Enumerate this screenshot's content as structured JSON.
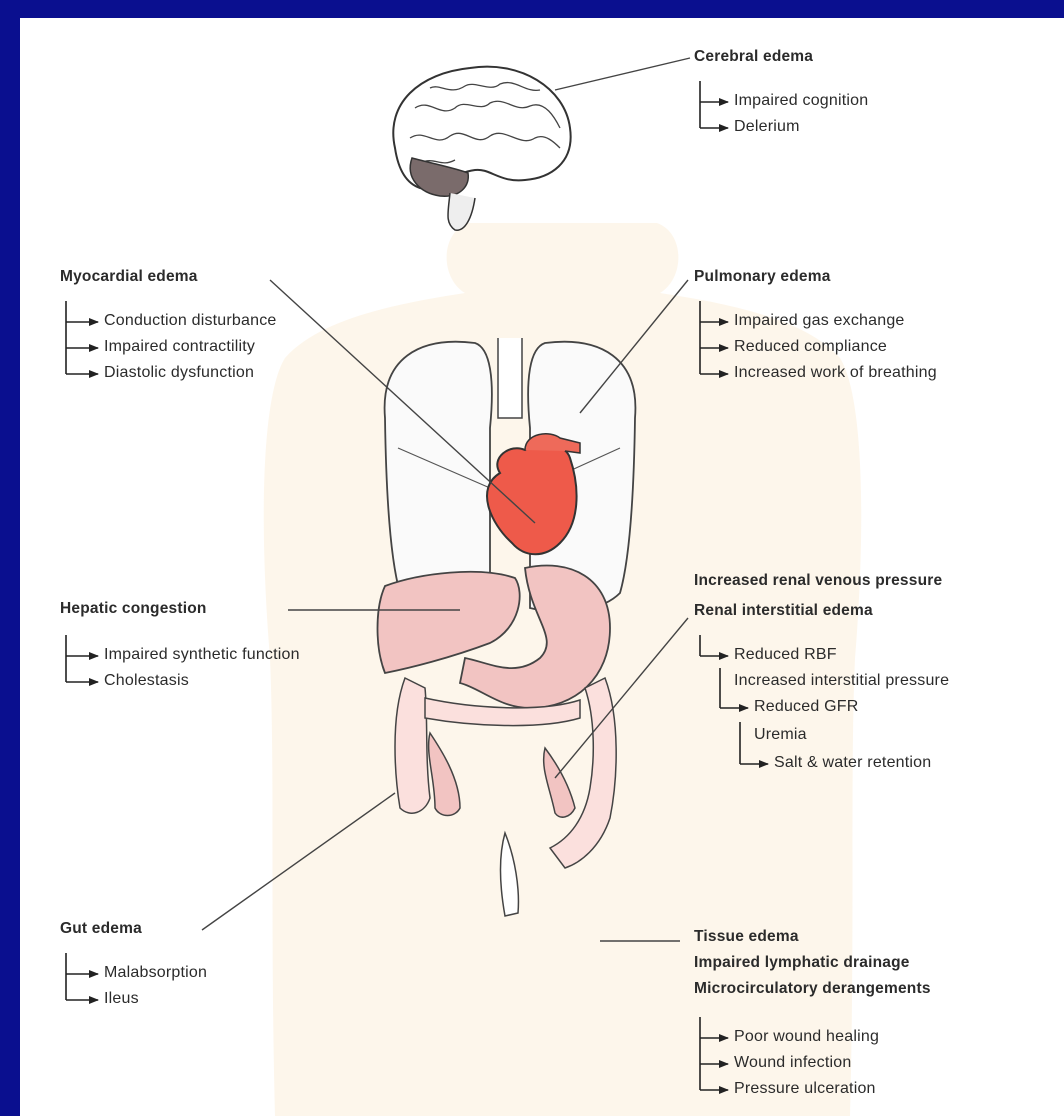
{
  "cerebral": {
    "title": "Cerebral edema",
    "items": [
      "Impaired cognition",
      "Delerium"
    ]
  },
  "myocardial": {
    "title": "Myocardial edema",
    "items": [
      "Conduction disturbance",
      "Impaired contractility",
      "Diastolic dysfunction"
    ]
  },
  "pulmonary": {
    "title": "Pulmonary edema",
    "items": [
      "Impaired gas exchange",
      "Reduced compliance",
      "Increased work of breathing"
    ]
  },
  "hepatic": {
    "title": "Hepatic congestion",
    "items": [
      "Impaired synthetic function",
      "Cholestasis"
    ]
  },
  "renal": {
    "title1": "Increased renal venous pressure",
    "title2": "Renal interstitial edema",
    "items": [
      "Reduced RBF",
      "Increased interstitial pressure",
      "Reduced GFR",
      "Uremia",
      "Salt & water retention"
    ]
  },
  "gut": {
    "title": "Gut edema",
    "items": [
      "Malabsorption",
      "Ileus"
    ]
  },
  "tissue": {
    "title1": "Tissue edema",
    "title2": "Impaired lymphatic drainage",
    "title3": "Microcirculatory derangements",
    "items": [
      "Poor wound healing",
      "Wound infection",
      "Pressure ulceration"
    ]
  }
}
